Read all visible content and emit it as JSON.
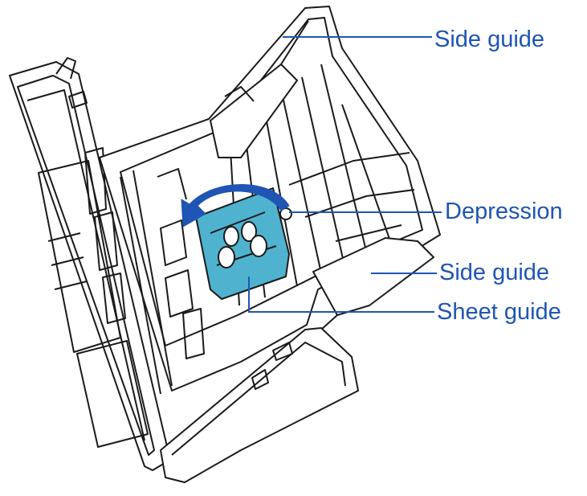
{
  "labels": {
    "side_guide_top": "Side guide",
    "depression": "Depression",
    "side_guide_bottom": "Side guide",
    "sheet_guide": "Sheet guide"
  },
  "colors": {
    "label_text": "#1f55b4",
    "leader_line": "#1f55b4",
    "line_art": "#1a1a1a",
    "sheet_guide_fill": "#4fb3cf",
    "arrow_fill": "#1f55b4"
  },
  "icons": {
    "rotate_arrow": "curved-arrow-left-icon"
  }
}
